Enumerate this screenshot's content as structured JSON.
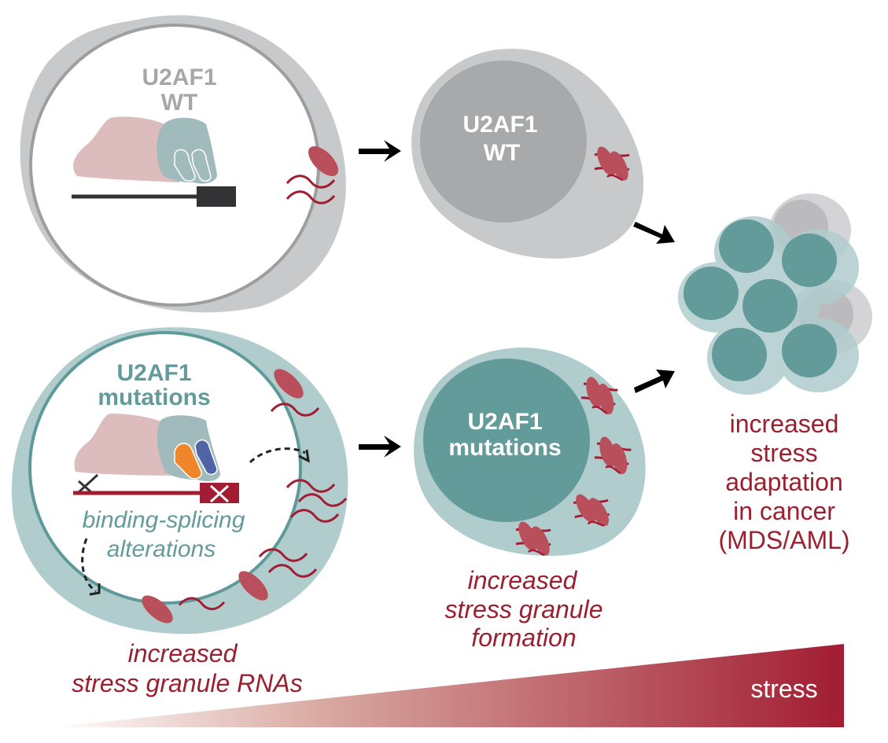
{
  "colors": {
    "gray_cytoplasm": "#c8c9cb",
    "gray_nucleus": "#a8a9ab",
    "gray_outline": "#9d9ea0",
    "gray_text": "#a6a7a9",
    "teal_cytoplasm": "#b0cccd",
    "teal_nucleus": "#639a9a",
    "teal_outline": "#5f9999",
    "pink_protein": "#dcbcbc",
    "teal_protein": "#a1bbbc",
    "orange_domain": "#f18529",
    "blue_domain": "#4f63a6",
    "granule": "#b84f5b",
    "rna": "#a21d32",
    "dark": "#333335",
    "red_text": "#9c1f30"
  },
  "wt_cell": {
    "title_line1": "U2AF1",
    "title_line2": "WT"
  },
  "mut_cell": {
    "title_line1": "U2AF1",
    "title_line2": "mutations",
    "subtitle_line1": "binding-splicing",
    "subtitle_line2": "alterations"
  },
  "wt_stress_cell": {
    "title_line1": "U2AF1",
    "title_line2": "WT"
  },
  "mut_stress_cell": {
    "title_line1": "U2AF1",
    "title_line2": "mutations"
  },
  "captions": {
    "left": [
      "increased",
      "stress granule RNAs"
    ],
    "middle": [
      "increased",
      "stress granule",
      "formation"
    ],
    "right": [
      "increased",
      "stress",
      "adaptation",
      "in cancer",
      "(MDS/AML)"
    ]
  },
  "stress_gradient": {
    "label": "stress",
    "start_color": "#ffffff",
    "end_color": "#a21d32"
  }
}
